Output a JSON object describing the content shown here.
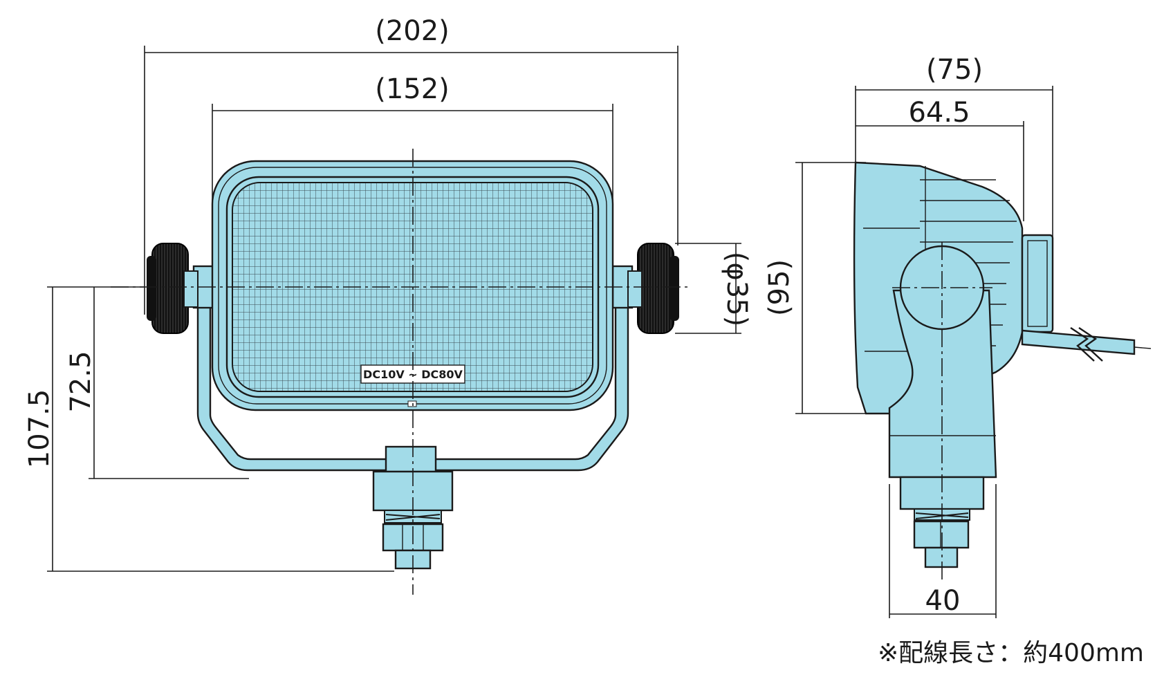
{
  "colors": {
    "body": "#a2dbe8",
    "line": "#1a1a1a",
    "knob": "#111111"
  },
  "front_view": {
    "dim_overall_width": "(202)",
    "dim_lens_width": "(152)",
    "dim_height_total": "107.5",
    "dim_height_bracket": "72.5",
    "dim_knob_dia": "(φ35)",
    "voltage_label": "DC10V ~ DC80V"
  },
  "side_view": {
    "dim_depth_total": "(75)",
    "dim_depth_body": "64.5",
    "dim_height": "(95)",
    "dim_base_width": "40"
  },
  "note": "※配線長さ：約400mm"
}
